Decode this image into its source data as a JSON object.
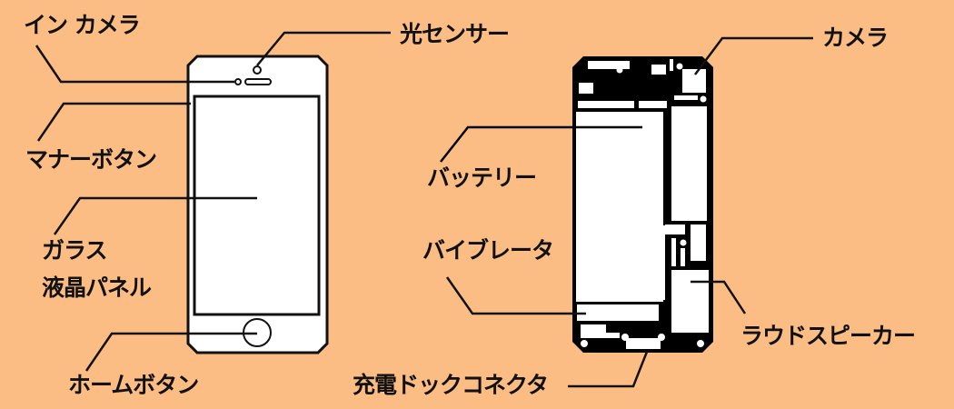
{
  "colors": {
    "background": "#fcbd84",
    "line": "#111111",
    "body_front": "#ffffff",
    "body_back": "#000000"
  },
  "front_labels": {
    "in_camera": "イン カメラ",
    "light_sensor": "光センサー",
    "manner_button": "マナーボタン",
    "glass": "ガラス",
    "lcd_panel": "液晶パネル",
    "home_button": "ホームボタン"
  },
  "back_labels": {
    "camera": "カメラ",
    "battery": "バッテリー",
    "vibrator": "バイブレータ",
    "loud_speaker": "ラウドスピーカー",
    "dock_connector": "充電ドックコネクタ"
  }
}
